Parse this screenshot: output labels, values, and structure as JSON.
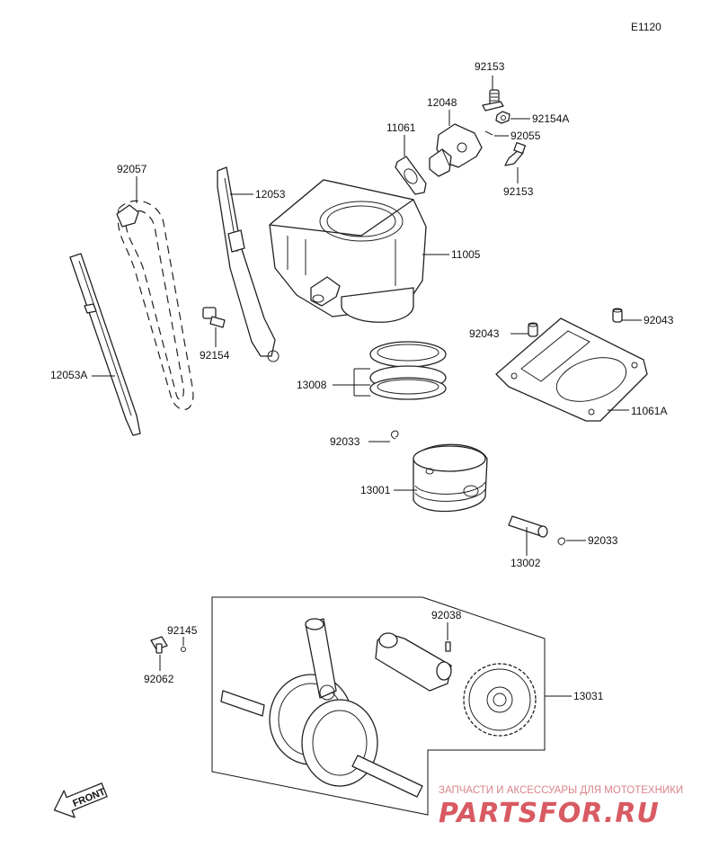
{
  "diagram_code": "E1120",
  "parts": {
    "p92153_top": "92153",
    "p12048": "12048",
    "p92154A": "92154A",
    "p11061": "11061",
    "p92055": "92055",
    "p92153_bottom": "92153",
    "p92057": "92057",
    "p12053": "12053",
    "p11005": "11005",
    "p92043_left": "92043",
    "p92043_right": "92043",
    "p92154": "92154",
    "p12053A": "12053A",
    "p13008": "13008",
    "p11061A": "11061A",
    "p92033_top": "92033",
    "p13001": "13001",
    "p92033_right": "92033",
    "p13002": "13002",
    "p92145": "92145",
    "p92038": "92038",
    "p92062": "92062",
    "p13031": "13031"
  },
  "front_label": "FRONT",
  "watermark": {
    "tagline": "ЗАПЧАСТИ И АКСЕССУАРЫ ДЛЯ МОТОТЕХНИКИ",
    "brand": "PARTSFOR.RU"
  },
  "colors": {
    "ink": "#111111",
    "watermark": "#d85a62"
  }
}
